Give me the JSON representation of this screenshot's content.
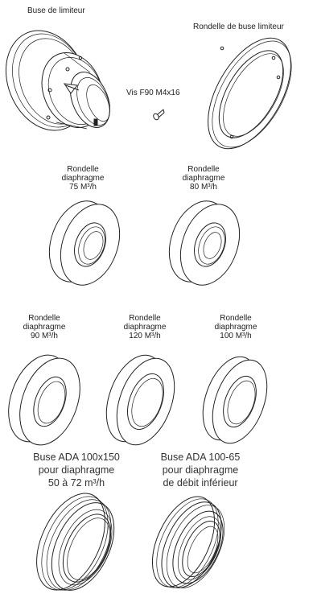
{
  "labels": {
    "buse_limiteur": "Buse de limiteur",
    "rondelle_buse_limiteur": "Rondelle de buse limiteur",
    "vis": "Vis F90 M4x16",
    "rondelle_75": [
      "Rondelle",
      "diaphragme",
      "75 M³/h"
    ],
    "rondelle_80": [
      "Rondelle",
      "diaphragme",
      "80 M³/h"
    ],
    "rondelle_90": [
      "Rondelle",
      "diaphragme",
      "90 M³/h"
    ],
    "rondelle_120": [
      "Rondelle",
      "diaphragme",
      "120 M³/h"
    ],
    "rondelle_100": [
      "Rondelle",
      "diaphragme",
      "100 M³/h"
    ],
    "buse_ada_100x150": [
      "Buse ADA 100x150",
      "pour diaphragme",
      "50 à 72 m³/h"
    ],
    "buse_ada_100_65": [
      "Buse ADA 100-65",
      "pour diaphragme",
      "de débit inférieur"
    ]
  }
}
